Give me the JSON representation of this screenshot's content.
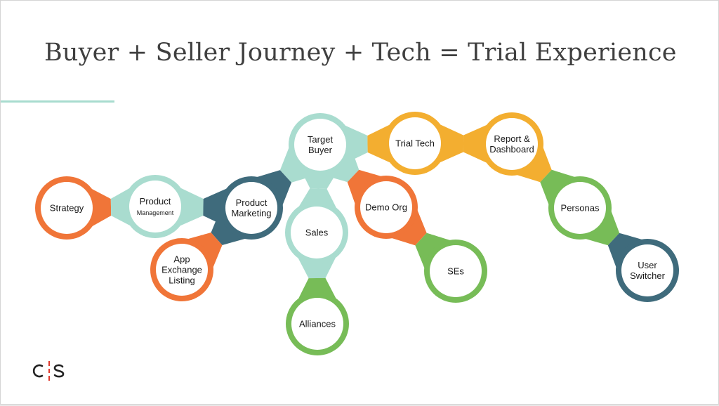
{
  "slide": {
    "title": "Buyer + Seller Journey + Tech = Trial Experience",
    "logo_text": "C|S"
  },
  "colors": {
    "orange": "#f07538",
    "mint": "#a9dccf",
    "teal_dark": "#3f6b7c",
    "yellow": "#f3ae30",
    "green": "#77bc57",
    "accent_line": "#a8dccf",
    "logo_red": "#e03a2e"
  },
  "nodes": [
    {
      "id": "strategy",
      "name": "node-strategy",
      "lines": [
        "Strategy"
      ],
      "color": "orange"
    },
    {
      "id": "product-management",
      "name": "node-product-management",
      "lines": [
        "Product",
        "Management"
      ],
      "color": "mint"
    },
    {
      "id": "product-marketing",
      "name": "node-product-marketing",
      "lines": [
        "Product",
        "Marketing"
      ],
      "color": "teal_dark"
    },
    {
      "id": "app-exchange",
      "name": "node-app-exchange-listing",
      "lines": [
        "App",
        "Exchange",
        "Listing"
      ],
      "color": "orange"
    },
    {
      "id": "target-buyer",
      "name": "node-target-buyer",
      "lines": [
        "Target",
        "Buyer"
      ],
      "color": "mint"
    },
    {
      "id": "sales",
      "name": "node-sales",
      "lines": [
        "Sales"
      ],
      "color": "mint"
    },
    {
      "id": "alliances",
      "name": "node-alliances",
      "lines": [
        "Alliances"
      ],
      "color": "green"
    },
    {
      "id": "demo-org",
      "name": "node-demo-org",
      "lines": [
        "Demo Org"
      ],
      "color": "orange"
    },
    {
      "id": "ses",
      "name": "node-ses",
      "lines": [
        "SEs"
      ],
      "color": "green"
    },
    {
      "id": "trial-tech",
      "name": "node-trial-tech",
      "lines": [
        "Trial Tech"
      ],
      "color": "yellow"
    },
    {
      "id": "report-dashboard",
      "name": "node-report-dashboard",
      "lines": [
        "Report &",
        "Dashboard"
      ],
      "color": "yellow"
    },
    {
      "id": "personas",
      "name": "node-personas",
      "lines": [
        "Personas"
      ],
      "color": "green"
    },
    {
      "id": "user-switcher",
      "name": "node-user-switcher",
      "lines": [
        "User",
        "Switcher"
      ],
      "color": "teal_dark"
    }
  ]
}
